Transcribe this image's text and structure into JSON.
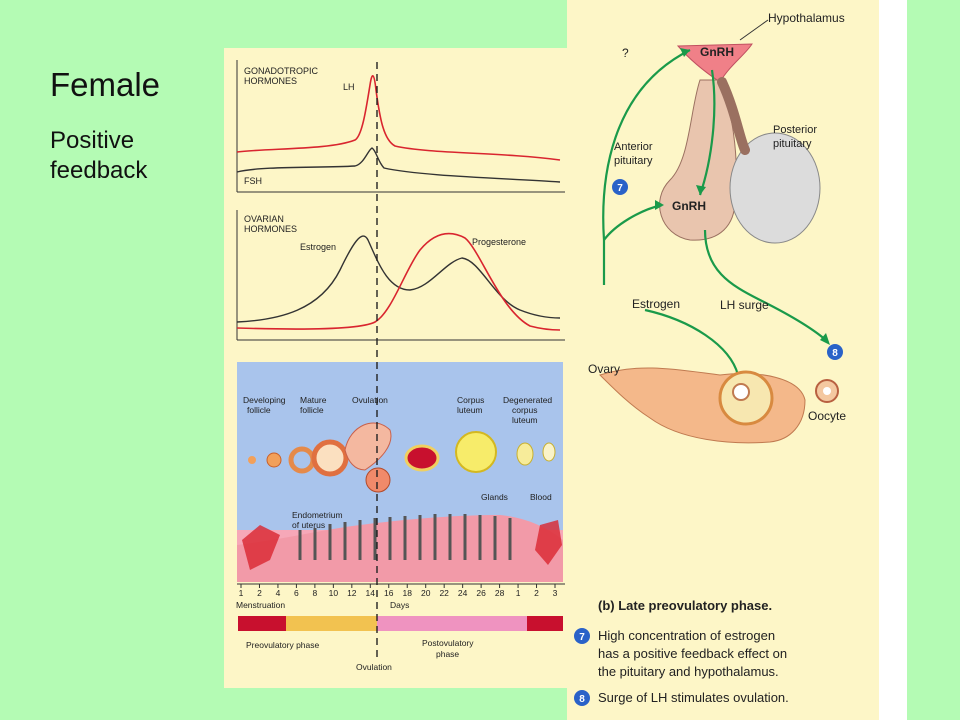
{
  "slide": {
    "title": "Female",
    "subtitle": "Positive feedback"
  },
  "gonadotropic": {
    "heading1": "GONADOTROPIC",
    "heading2": "HORMONES",
    "lh": "LH",
    "fsh": "FSH"
  },
  "ovarian": {
    "heading1": "OVARIAN",
    "heading2": "HORMONES",
    "estrogen": "Estrogen",
    "progesterone": "Progesterone"
  },
  "ovarian_cycle": {
    "developing1": "Developing",
    "developing2": "follicle",
    "mature1": "Mature",
    "mature2": "follicle",
    "ovulation": "Ovulation",
    "corpus1": "Corpus",
    "corpus2": "luteum",
    "degen1": "Degenerated",
    "degen2": "corpus",
    "degen3": "luteum",
    "endo1": "Endometrium",
    "endo2": "of uterus",
    "glands": "Glands",
    "blood": "Blood"
  },
  "days": {
    "ticks": [
      "1",
      "2",
      "4",
      "6",
      "8",
      "10",
      "12",
      "14",
      "16",
      "18",
      "20",
      "22",
      "24",
      "26",
      "28",
      "1",
      "2",
      "3"
    ],
    "menstruation": "Menstruation",
    "days_label": "Days",
    "preovulatory": "Preovulatory phase",
    "postovulatory1": "Postovulatory",
    "postovulatory2": "phase",
    "ovulation": "Ovulation"
  },
  "diagram": {
    "hypothalamus": "Hypothalamus",
    "question": "?",
    "gnrh_top": "GnRH",
    "gnrh_mid": "GnRH",
    "anterior1": "Anterior",
    "anterior2": "pituitary",
    "posterior1": "Posterior",
    "posterior2": "pituitary",
    "estrogen": "Estrogen",
    "lh_surge": "LH surge",
    "ovary": "Ovary",
    "oocyte": "Oocyte",
    "step7": "7",
    "step8": "8"
  },
  "caption": {
    "title": "(b) Late preovulatory phase.",
    "n7": "7",
    "n8": "8",
    "text7_1": "High concentration of estrogen",
    "text7_2": "has a positive feedback effect on",
    "text7_3": "the pituitary and hypothalamus.",
    "text8": "Surge of LH stimulates ovulation."
  },
  "colors": {
    "background": "#b4fbb4",
    "panel": "#fdf6c7",
    "curve_red": "#d9252f",
    "arrow_green": "#1a9a4a",
    "uterus_blue": "#a9c4ec"
  }
}
